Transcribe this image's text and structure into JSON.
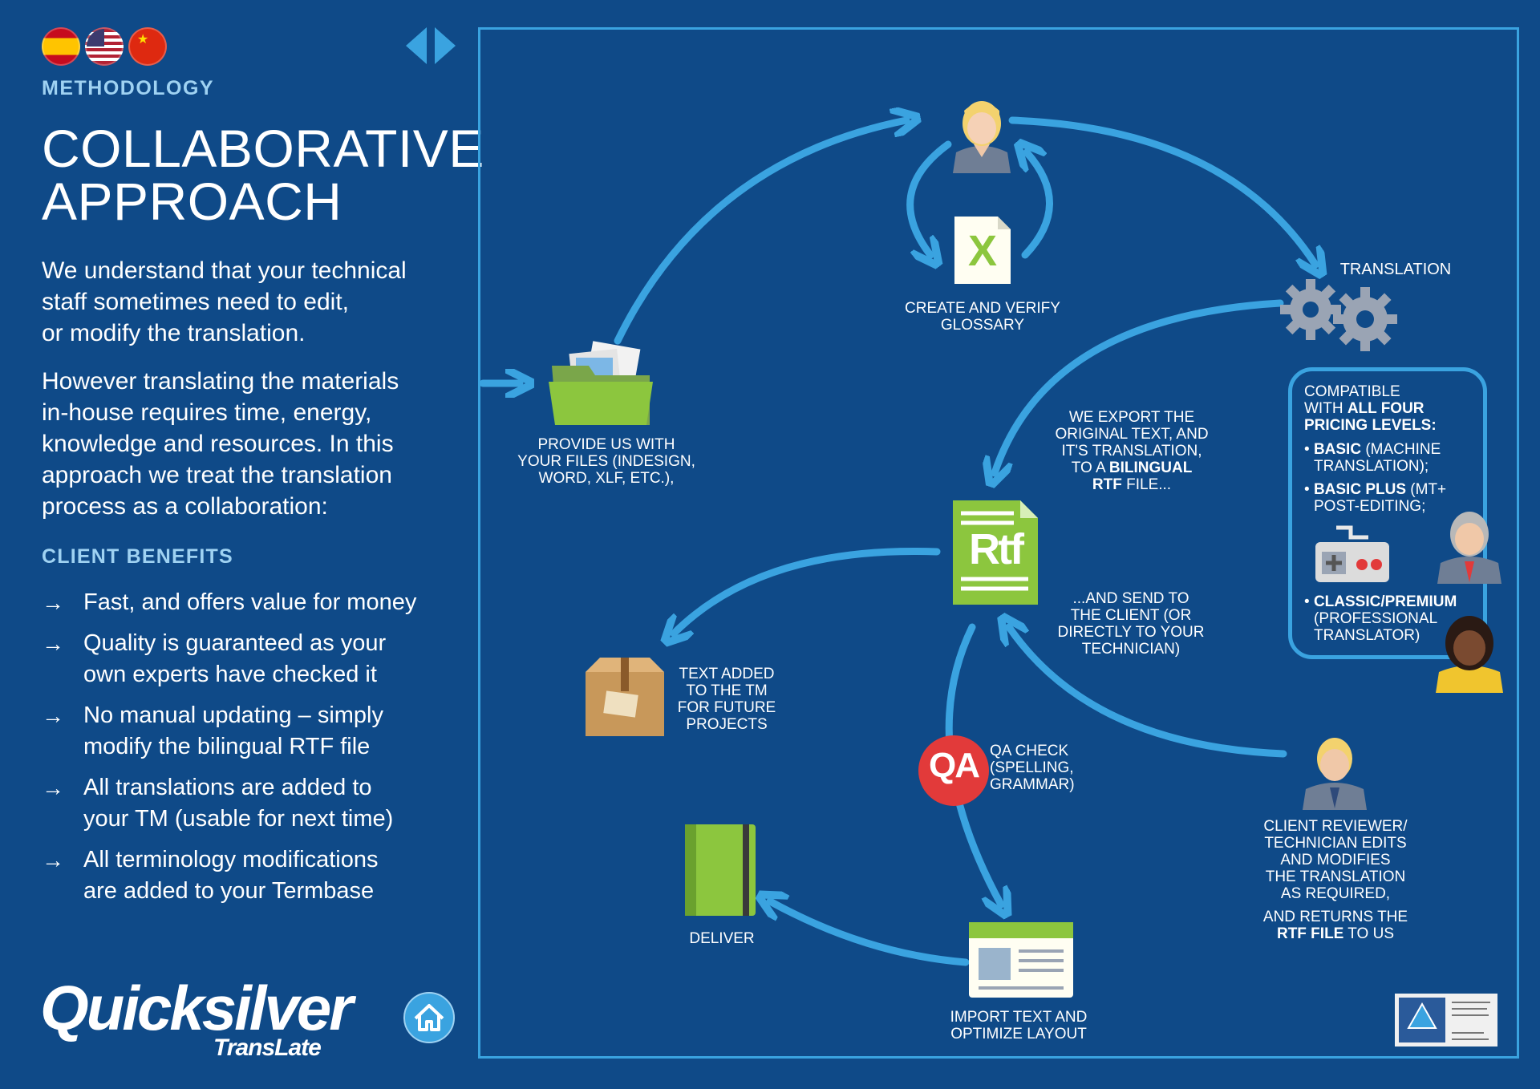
{
  "nav": {
    "flags": [
      "spain-flag",
      "usa-flag",
      "china-flag"
    ],
    "arrows": [
      "prev",
      "next"
    ]
  },
  "sidebar": {
    "kicker": "METHODOLOGY",
    "title_line1": "COLLABORATIVE",
    "title_line2": "APPROACH",
    "intro_lines": [
      "We understand that your technical",
      "staff sometimes need to edit,",
      "or modify the translation."
    ],
    "body_lines": [
      "However translating the materials",
      "in-house requires time, energy,",
      "knowledge and resources. In this",
      "approach we treat the translation",
      "process as a collaboration:"
    ],
    "benefits_title": "CLIENT BENEFITS",
    "benefits": [
      {
        "l1": "Fast, and offers value for money",
        "l2": ""
      },
      {
        "l1": "Quality is guaranteed as your",
        "l2": "own experts have checked it"
      },
      {
        "l1": "No manual updating – simply",
        "l2": "modify the bilingual RTF file"
      },
      {
        "l1": "All translations are added to",
        "l2": "your TM (usable for next time)"
      },
      {
        "l1": "All terminology modifications",
        "l2": "are added to your Termbase"
      }
    ],
    "logo": "Quicksilver",
    "logo_sub": "TransLate"
  },
  "diagram": {
    "provide": [
      "PROVIDE US WITH",
      "YOUR FILES (INDESIGN,",
      "WORD, XLF, ETC.),"
    ],
    "glossary": [
      "CREATE AND VERIFY",
      "GLOSSARY"
    ],
    "glossary_icon": "X",
    "translation": "TRANSLATION",
    "export": [
      "WE EXPORT THE",
      "ORIGINAL TEXT, AND",
      "IT'S TRANSLATION,",
      "TO A",
      "BILINGUAL",
      "RTF",
      "FILE..."
    ],
    "rtf_icon": "Rtf",
    "send": [
      "...AND SEND TO",
      "THE CLIENT (OR",
      "DIRECTLY TO YOUR",
      "TECHNICIAN)"
    ],
    "tm": [
      "TEXT ADDED",
      "TO THE TM",
      "FOR FUTURE",
      "PROJECTS"
    ],
    "qa_icon": "QA",
    "qa": [
      "QA CHECK",
      "(SPELLING,",
      "GRAMMAR)"
    ],
    "deliver": "DELIVER",
    "import": [
      "IMPORT TEXT AND",
      "OPTIMIZE LAYOUT"
    ],
    "reviewer": [
      "CLIENT REVIEWER/",
      "TECHNICIAN EDITS",
      "AND MODIFIES",
      "THE TRANSLATION",
      "AS REQUIRED,",
      "AND RETURNS THE",
      "RTF FILE",
      "TO US"
    ]
  },
  "pricing": {
    "l1": "COMPATIBLE",
    "l2a": "WITH ",
    "l2b": "ALL FOUR",
    "l3": "PRICING LEVELS:",
    "basic": "BASIC",
    "basic_rest": " (MACHINE",
    "basic_l2": "TRANSLATION);",
    "plus": "BASIC PLUS",
    "plus_rest": " (MT+",
    "plus_l2": "POST-EDITING;",
    "classic": "CLASSIC/PREMIUM",
    "classic_l2": "(PROFESSIONAL",
    "classic_l3": "TRANSLATOR)"
  },
  "colors": {
    "bg": "#0f4a88",
    "accent": "#3aa3e0",
    "qa": "#e23a3a",
    "green": "#8cc63e"
  }
}
